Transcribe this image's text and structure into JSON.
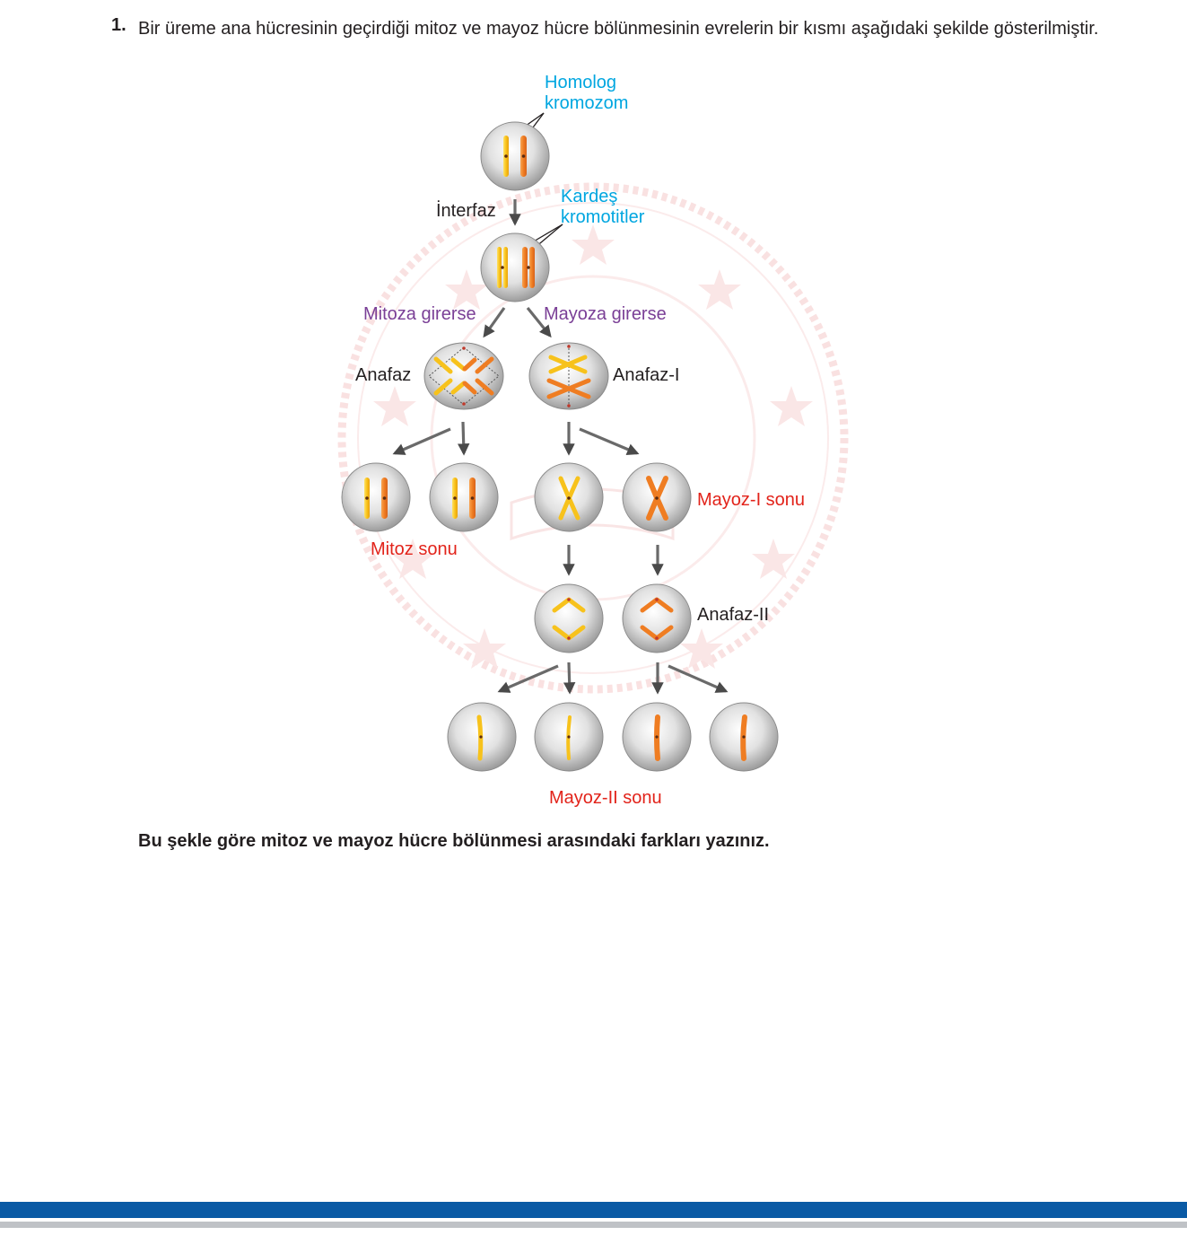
{
  "question": {
    "number": "1.",
    "text": "Bir üreme ana hücresinin geçirdiği mitoz ve mayoz hücre bölünmesinin evrelerin bir kısmı aşağıdaki şekilde gösterilmiştir.",
    "prompt": "Bu şekle göre mitoz ve mayoz hücre bölünmesi arasındaki farkları yazınız."
  },
  "diagram": {
    "homolog_line1": "Homolog",
    "homolog_line2": "kromozom",
    "interfaz": "İnterfaz",
    "kardes_line1": "Kardeş",
    "kardes_line2": "kromotitler",
    "mitoza_girerse": "Mitoza girerse",
    "mayoza_girerse": "Mayoza girerse",
    "anafaz": "Anafaz",
    "anafaz_1": "Anafaz-I",
    "mitoz_sonu": "Mitoz sonu",
    "mayoz_1_sonu": "Mayoz-I sonu",
    "anafaz_2": "Anafaz-II",
    "mayoz_2_sonu": "Mayoz-II sonu"
  },
  "colors": {
    "label_blue": "#00a6e0",
    "label_purple": "#7a3f96",
    "label_red": "#e2231a",
    "chromosome_yellow": "#f7c21c",
    "chromosome_orange": "#ef7d22",
    "footer_blue": "#0a5aa5",
    "footer_gray": "#bfc2c6"
  }
}
